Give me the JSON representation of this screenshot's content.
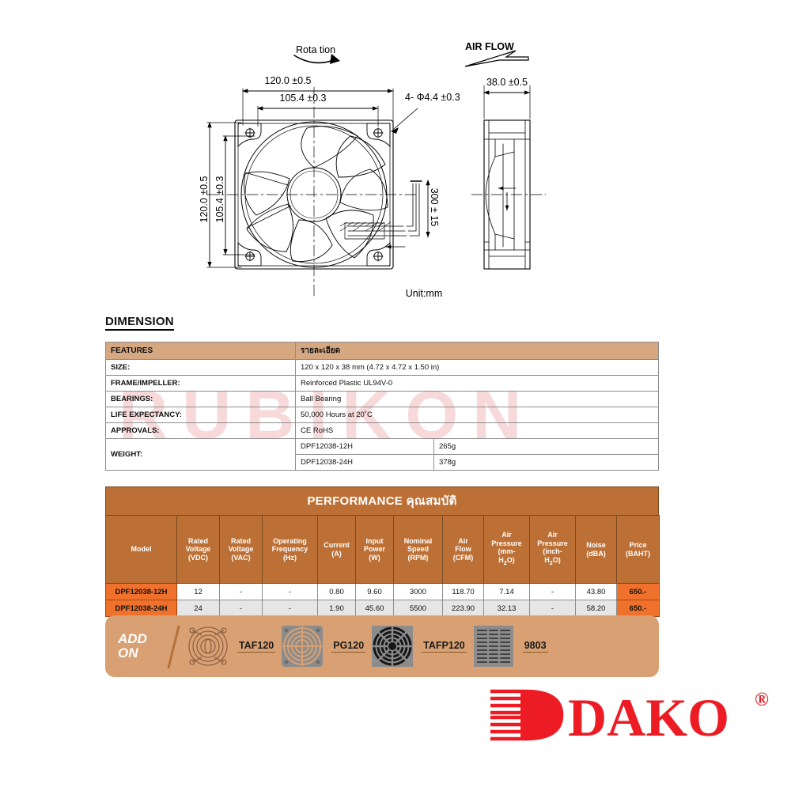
{
  "drawing": {
    "rotation_label": "Rota tion",
    "airflow_label": "AIR FLOW",
    "dim_width_outer": "120.0 ±0.5",
    "dim_width_hole": "105.4 ±0.3",
    "dim_height_outer": "120.0 ±0.5",
    "dim_height_hole": "105.4 ±0.3",
    "dim_hole_spec": "4- Φ4.4 ±0.3",
    "dim_depth": "38.0 ±0.5",
    "dim_lead_length": "300 ± 15",
    "unit_note": "Unit:mm"
  },
  "watermark": "RUBIKON",
  "dimension": {
    "heading": "DIMENSION",
    "header": {
      "features": "FEATURES",
      "detail": "รายละเอียด"
    },
    "rows": [
      {
        "label": "SIZE:",
        "value": "120 x 120 x 38 mm (4.72 x 4.72 x 1.50 in)"
      },
      {
        "label": "FRAME/IMPELLER:",
        "value": "Reinforced Plastic UL94V-0"
      },
      {
        "label": "BEARINGS:",
        "value": "Ball Bearing"
      },
      {
        "label": "LIFE EXPECTANCY:",
        "value": "50,000 Hours at 20˚C"
      },
      {
        "label": "APPROVALS:",
        "value": "CE RoHS"
      }
    ],
    "weight": {
      "label": "WEIGHT:",
      "rows": [
        {
          "model": "DPF12038-12H",
          "value": "265g"
        },
        {
          "model": "DPF12038-24H",
          "value": "378g"
        }
      ]
    }
  },
  "performance": {
    "title": "PERFORMANCE คุณสมบัติ",
    "columns": [
      "Model",
      "Rated Voltage (VDC)",
      "Rated Voltage (VAC)",
      "Operating Frequency (Hz)",
      "Current (A)",
      "Input Power (W)",
      "Nominal Speed (RPM)",
      "Air Flow (CFM)",
      "Air Pressure (mm-H2O)",
      "Air Pressure (inch-H2O)",
      "Noise (dBA)",
      "Price (BAHT)"
    ],
    "rows": [
      {
        "model": "DPF12038-12H",
        "rated_vdc": "12",
        "rated_vac": "-",
        "frequency": "-",
        "current": "0.80",
        "input_power": "9.60",
        "speed": "3000",
        "airflow": "118.70",
        "pressure_mm": "7.14",
        "pressure_inch": "-",
        "noise": "43.80",
        "price": "650.-"
      },
      {
        "model": "DPF12038-24H",
        "rated_vdc": "24",
        "rated_vac": "-",
        "frequency": "-",
        "current": "1.90",
        "input_power": "45.60",
        "speed": "5500",
        "airflow": "223.90",
        "pressure_mm": "32.13",
        "pressure_inch": "-",
        "noise": "58.20",
        "price": "650.-"
      }
    ]
  },
  "addon": {
    "label_line1": "ADD",
    "label_line2": "ON",
    "items": [
      {
        "name": "TAF120",
        "icon": "wire-fan-guard-icon"
      },
      {
        "name": "PG120",
        "icon": "plastic-fan-grill-icon"
      },
      {
        "name": "TAFP120",
        "icon": "metal-fan-guard-icon"
      },
      {
        "name": "9803",
        "icon": "louver-vent-icon"
      }
    ]
  },
  "logo": {
    "text": "DAKO",
    "trademark": "®",
    "color": "#ED1C24"
  },
  "colors": {
    "dim_header": "#D5A882",
    "perf_header": "#BC7036",
    "accent_orange": "#F0712C",
    "addon_bar": "#D9A173",
    "watermark": "#F7D9DA",
    "brand_red": "#ED1C24"
  }
}
